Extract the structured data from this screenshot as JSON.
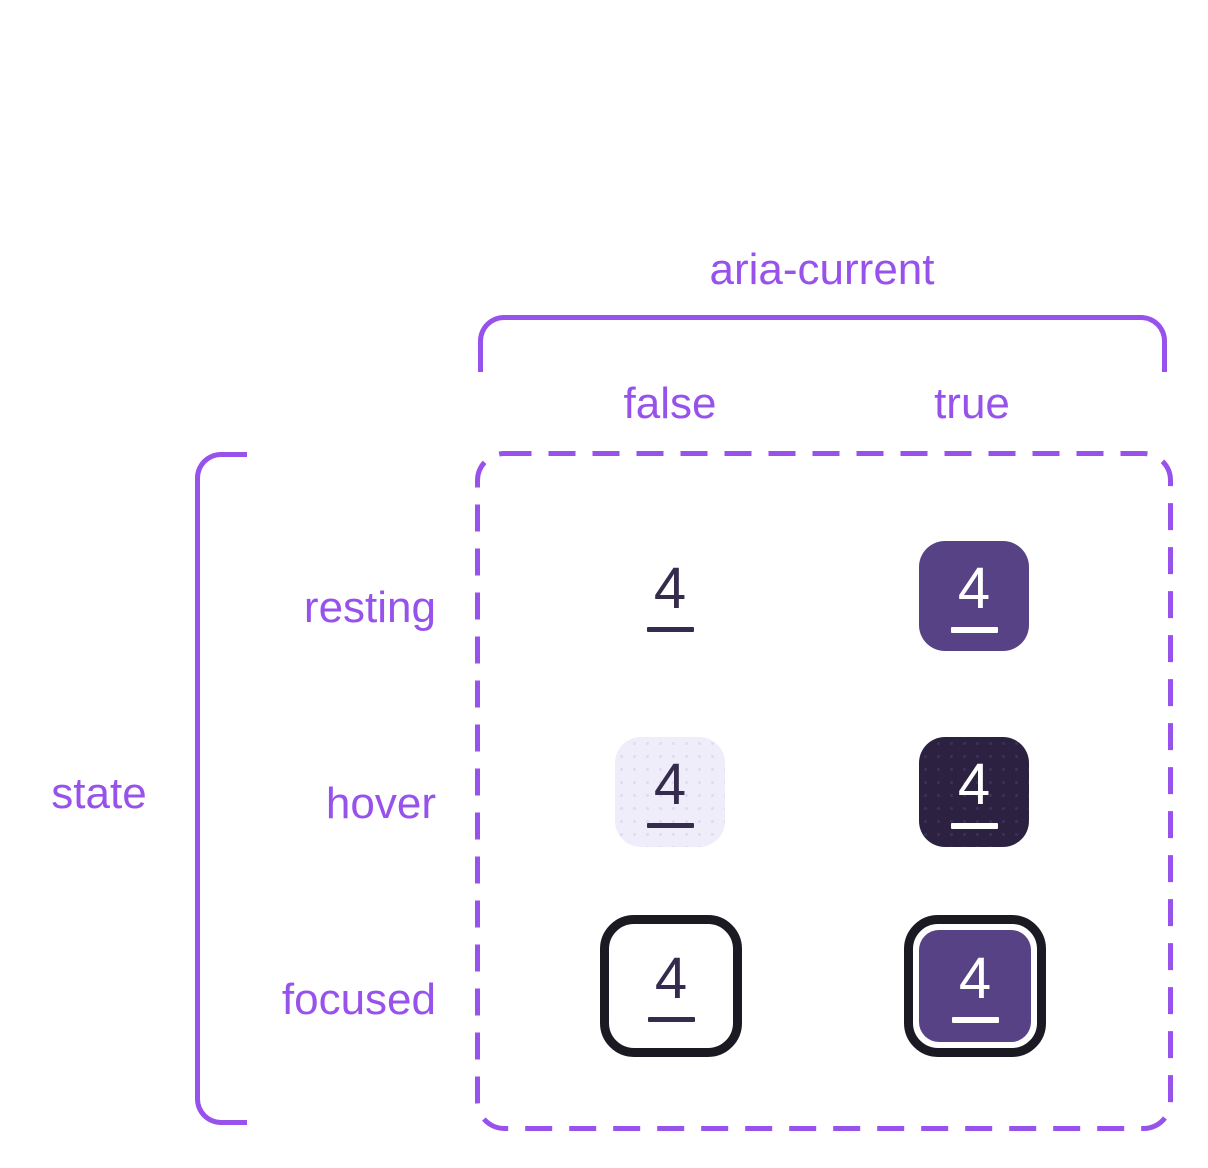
{
  "matrix": {
    "column_axis": {
      "title": "aria-current",
      "columns": [
        {
          "label": "false"
        },
        {
          "label": "true"
        }
      ]
    },
    "row_axis": {
      "title": "state",
      "rows": [
        {
          "label": "resting"
        },
        {
          "label": "hover"
        },
        {
          "label": "focused"
        }
      ]
    },
    "cells": [
      {
        "row": "resting",
        "column": "false",
        "value": "4"
      },
      {
        "row": "resting",
        "column": "true",
        "value": "4"
      },
      {
        "row": "hover",
        "column": "false",
        "value": "4"
      },
      {
        "row": "hover",
        "column": "true",
        "value": "4"
      },
      {
        "row": "focused",
        "column": "false",
        "value": "4"
      },
      {
        "row": "focused",
        "column": "true",
        "value": "4"
      }
    ]
  },
  "palette": {
    "accent_purple": "#9852EC",
    "solid_purple": "#574285",
    "dark_purple": "#2D2142",
    "soft_lavender": "#EFEDFA",
    "digit_dark": "#352B4D",
    "digit_light": "#FFFFFF",
    "focus_ring_black": "#1B1A22"
  }
}
